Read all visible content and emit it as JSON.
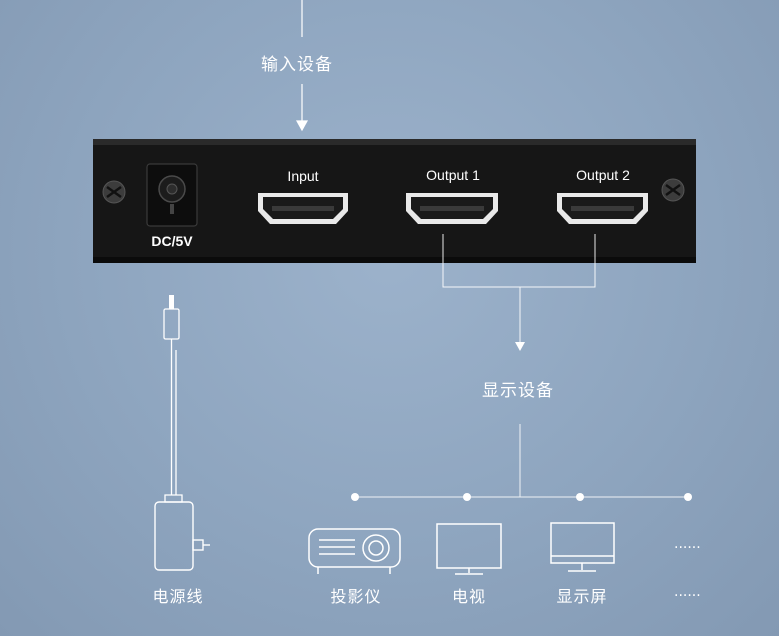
{
  "labels": {
    "input_device": "输入设备",
    "display_device": "显示设备",
    "power_adapter": "电源线"
  },
  "ports": {
    "dc": "DC/5V",
    "input": "Input",
    "output1": "Output 1",
    "output2": "Output 2"
  },
  "devices": [
    {
      "label": "投影仪",
      "icon": "projector-icon"
    },
    {
      "label": "电视",
      "icon": "tv-icon"
    },
    {
      "label": "显示屏",
      "icon": "monitor-icon"
    }
  ],
  "more_marker": "......",
  "colors": {
    "background": "#8fa6c0",
    "device_body": "#141414",
    "line": "#ffffff"
  }
}
